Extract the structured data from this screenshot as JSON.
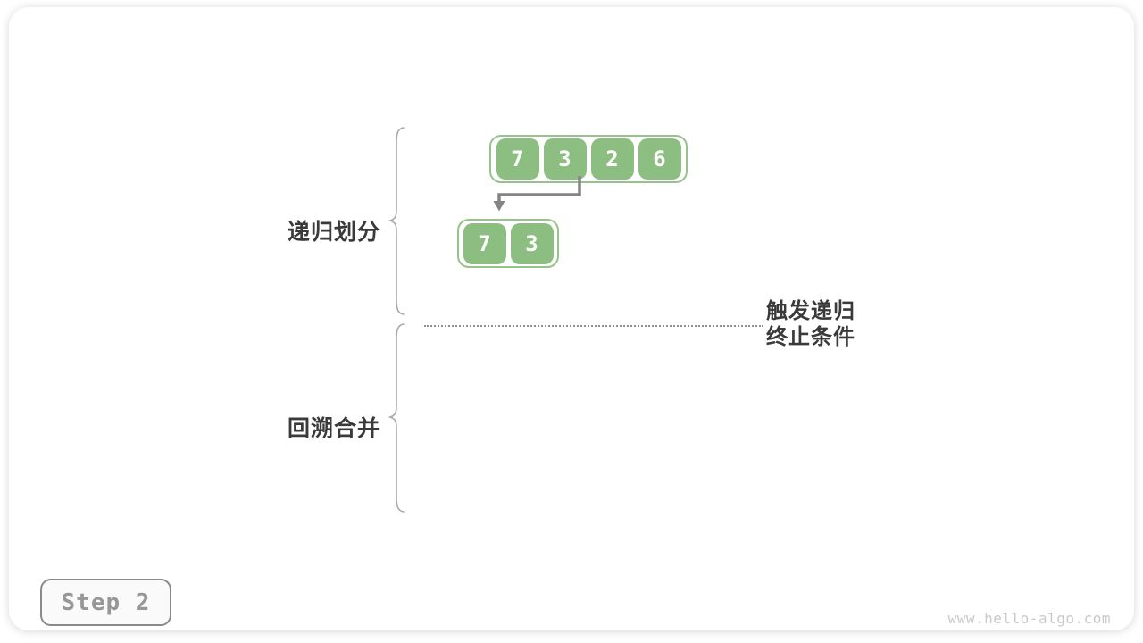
{
  "page": {
    "step_label": "Step 2",
    "watermark": "www.hello-algo.com"
  },
  "diagram": {
    "phase_top_label": "递归划分",
    "phase_bottom_label": "回溯合并",
    "annotation_line1": "触发递归",
    "annotation_line2": "终止条件",
    "array_top": [
      "7",
      "3",
      "2",
      "6"
    ],
    "array_sub": [
      "7",
      "3"
    ],
    "colors": {
      "cell_green": "#8cbe82",
      "container_border_green": "#94c489",
      "arrow_gray": "#848484",
      "brace_gray": "#a8a8a8",
      "label_dark": "#3a3a3a",
      "dotted_line_gray": "#8e8e8e",
      "step_text_gray": "#979797",
      "step_border_gray": "#8a8a8a",
      "watermark_gray": "#c9c9c9"
    }
  }
}
